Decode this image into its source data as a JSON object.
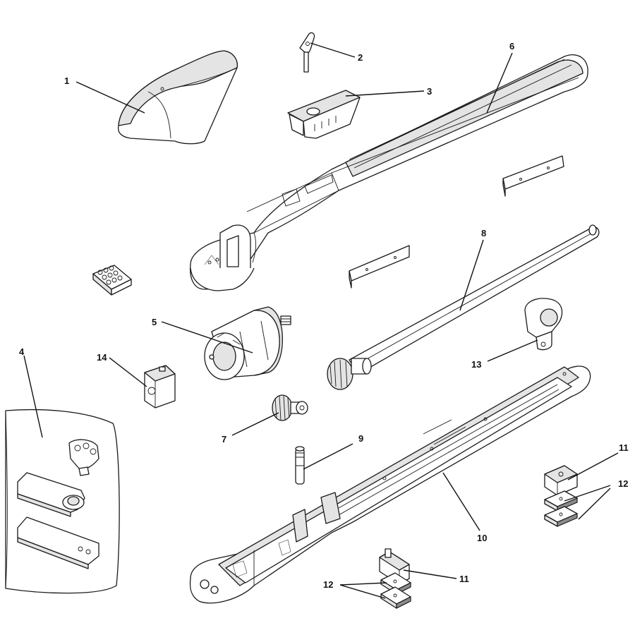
{
  "callouts": {
    "c1": "1",
    "c2": "2",
    "c3": "3",
    "c4": "4",
    "c5": "5",
    "c6": "6",
    "c7": "7",
    "c8": "8",
    "c9": "9",
    "c10": "10",
    "c11a": "11",
    "c11b": "11",
    "c12a": "12",
    "c12b": "12",
    "c13": "13",
    "c14": "14"
  }
}
